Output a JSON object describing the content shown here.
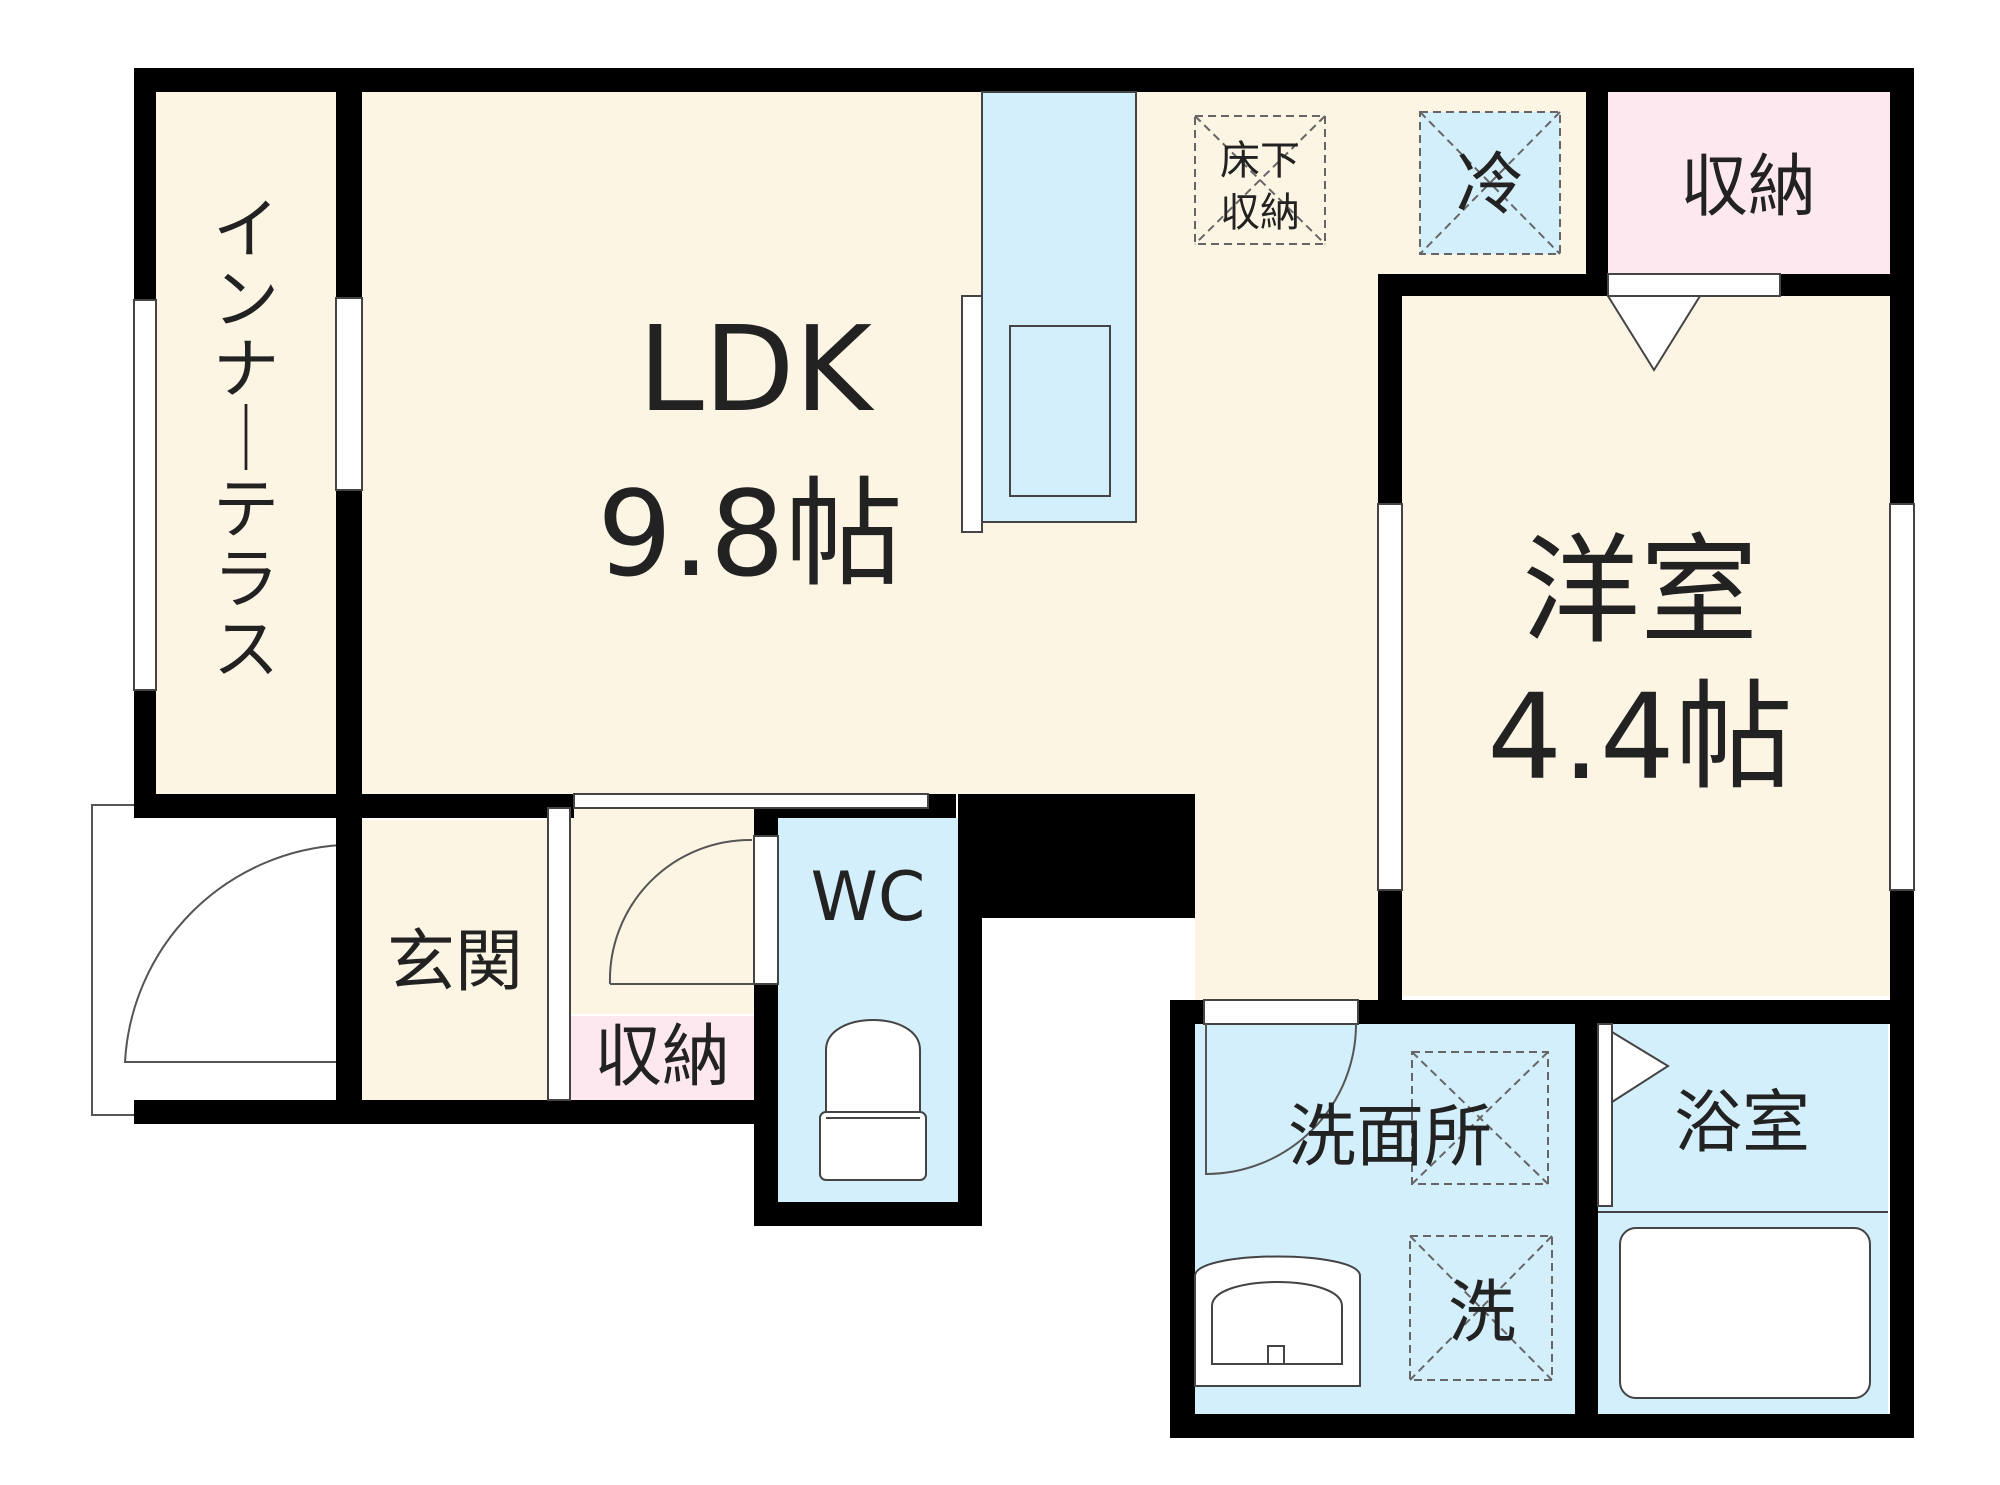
{
  "colors": {
    "wall": "#000000",
    "living": "#fdf5e4",
    "water": "#d3effb",
    "storage": "#fde8ef",
    "fixture_line": "#4a4a4a",
    "dashed": "#666666"
  },
  "rooms": {
    "inner_terrace": {
      "label": "インナーテラス"
    },
    "ldk": {
      "label": "LDK",
      "area": "9.8帖"
    },
    "western_room": {
      "label": "洋室",
      "area": "4.4帖"
    },
    "entrance": {
      "label": "玄関"
    },
    "wc": {
      "label": "WC"
    },
    "washroom": {
      "label": "洗面所"
    },
    "bathroom": {
      "label": "浴室"
    },
    "closet_top": {
      "label": "収納"
    },
    "closet_entrance": {
      "label": "収納"
    }
  },
  "fixtures": {
    "underfloor_storage": {
      "line1": "床下",
      "line2": "収納"
    },
    "fridge_space": {
      "label": "冷"
    },
    "washer_space": {
      "label": "洗"
    }
  }
}
